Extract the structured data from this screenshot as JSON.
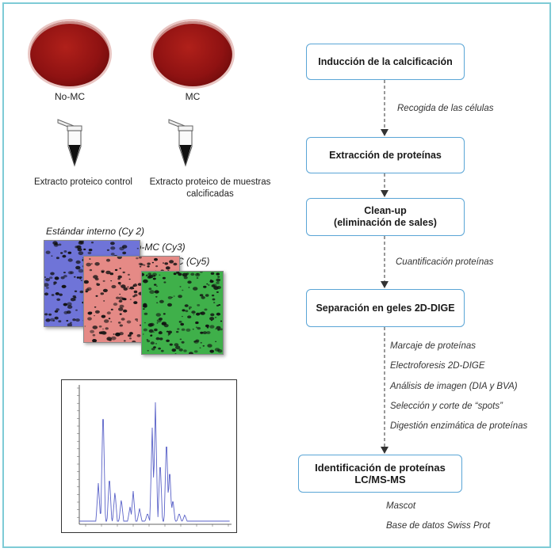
{
  "samples": {
    "control_label": "No-MC",
    "calcified_label": "MC",
    "control_extract": "Extracto proteico control",
    "calcified_extract_line1": "Extracto proteico de muestras",
    "calcified_extract_line2": "calcificadas"
  },
  "gels": {
    "internal_standard": "Estándar interno (Cy 2)",
    "no_mc": "No-MC (Cy3)",
    "mc": "MC (Cy5)"
  },
  "steps": [
    {
      "line1": "Inducción de la calcificación",
      "line2": ""
    },
    {
      "line1": "Extracción de proteínas",
      "line2": ""
    },
    {
      "line1": "Clean-up",
      "line2": "(eliminación de sales)"
    },
    {
      "line1": "Separación en geles 2D-DIGE",
      "line2": ""
    },
    {
      "line1": "Identificación de proteínas",
      "line2": "LC/MS-MS"
    }
  ],
  "notes": {
    "after_step1": "Recogida de las células",
    "after_step3": "Cuantificación proteínas",
    "after_step4": [
      "Marcaje de proteínas",
      "Electroforesis 2D-DIGE",
      "Análisis de imagen (DIA y BVA)",
      "Selección y corte de “spots”",
      "Digestión enzimática de proteínas"
    ],
    "after_step5": [
      "Mascot",
      "Base de datos Swiss Prot"
    ]
  },
  "colors": {
    "frame": "#7ecbd6",
    "box_border": "#5aa5d6",
    "gel_blue": "#6f74d8",
    "gel_red": "#e58a86",
    "gel_green": "#3fb04a",
    "spectrum_line": "#5a62c8"
  }
}
